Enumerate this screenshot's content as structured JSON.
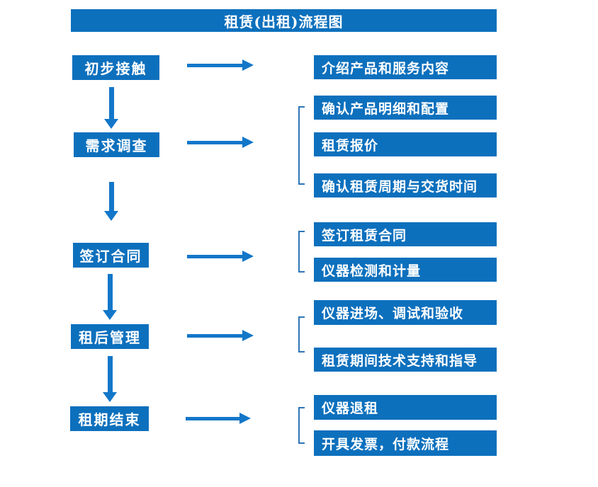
{
  "title": "租赁(出租)流程图",
  "colors": {
    "box_blue": "#0d70bd",
    "arrow_blue": "#1277c9",
    "bracket_blue": "#2e75b6",
    "text_white": "#ffffff"
  },
  "steps": [
    {
      "label": "初步接触",
      "outputs": [
        "介绍产品和服务内容"
      ]
    },
    {
      "label": "需求调查",
      "outputs": [
        "确认产品明细和配置",
        "租赁报价",
        "确认租赁周期与交货时间"
      ]
    },
    {
      "label": "签订合同",
      "outputs": [
        "签订租赁合同",
        "仪器检测和计量"
      ]
    },
    {
      "label": "租后管理",
      "outputs": [
        "仪器进场、调试和验收",
        "租赁期间技术支持和指导"
      ]
    },
    {
      "label": "租期结束",
      "outputs": [
        "仪器退租",
        "开具发票，付款流程"
      ]
    }
  ]
}
